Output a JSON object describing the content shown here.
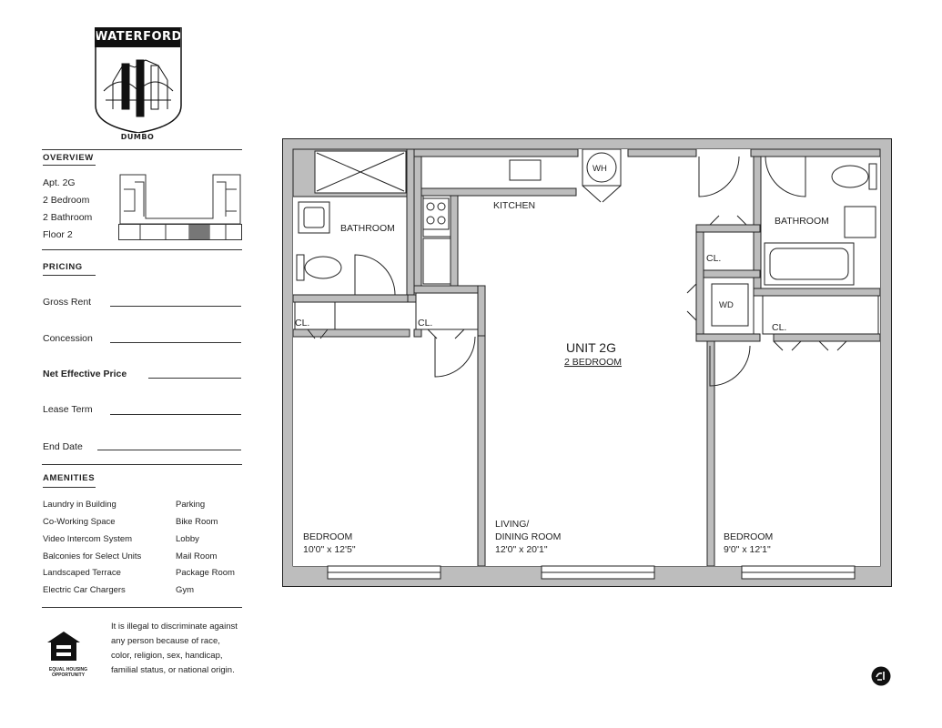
{
  "logo": {
    "brand": "WATERFORD",
    "sub": "DUMBO"
  },
  "overview": {
    "heading": "OVERVIEW",
    "apt": "Apt. 2G",
    "bedrooms": "2 Bedroom",
    "bathrooms": "2 Bathroom",
    "floor": "Floor 2"
  },
  "pricing": {
    "heading": "PRICING",
    "gross_rent": "Gross Rent",
    "concession": "Concession",
    "net_effective": "Net Effective Price",
    "lease_term": "Lease Term",
    "end_date": "End Date"
  },
  "amenities": {
    "heading": "AMENITIES",
    "left": [
      "Laundry in Building",
      "Co-Working Space",
      "Video Intercom System",
      "Balconies for Select Units",
      "Landscaped Terrace",
      "Electric Car Chargers"
    ],
    "right": [
      "Parking",
      "Bike Room",
      "Lobby",
      "Mail Room",
      "Package Room",
      "Gym"
    ]
  },
  "legal": {
    "text": "It is illegal to discriminate against any person because of race, color, religion, sex, handicap, familial status, or national origin.",
    "eho": "EQUAL HOUSING OPPORTUNITY"
  },
  "plan": {
    "unit": "UNIT 2G",
    "unit_sub": "2 BEDROOM",
    "kitchen": "KITCHEN",
    "bath_left": "BATHROOM",
    "bath_right": "BATHROOM",
    "wh": "WH",
    "wd": "WD",
    "closet": "CL.",
    "bedroom_left_name": "BEDROOM",
    "bedroom_left_dim": "10'0\" x 12'5\"",
    "living_name_1": "LIVING/",
    "living_name_2": "DINING ROOM",
    "living_dim": "12'0\" x 20'1\"",
    "bedroom_right_name": "BEDROOM",
    "bedroom_right_dim": "9'0\" x 12'1\""
  },
  "colors": {
    "wall": "#bdbdbd",
    "line": "#222222"
  }
}
